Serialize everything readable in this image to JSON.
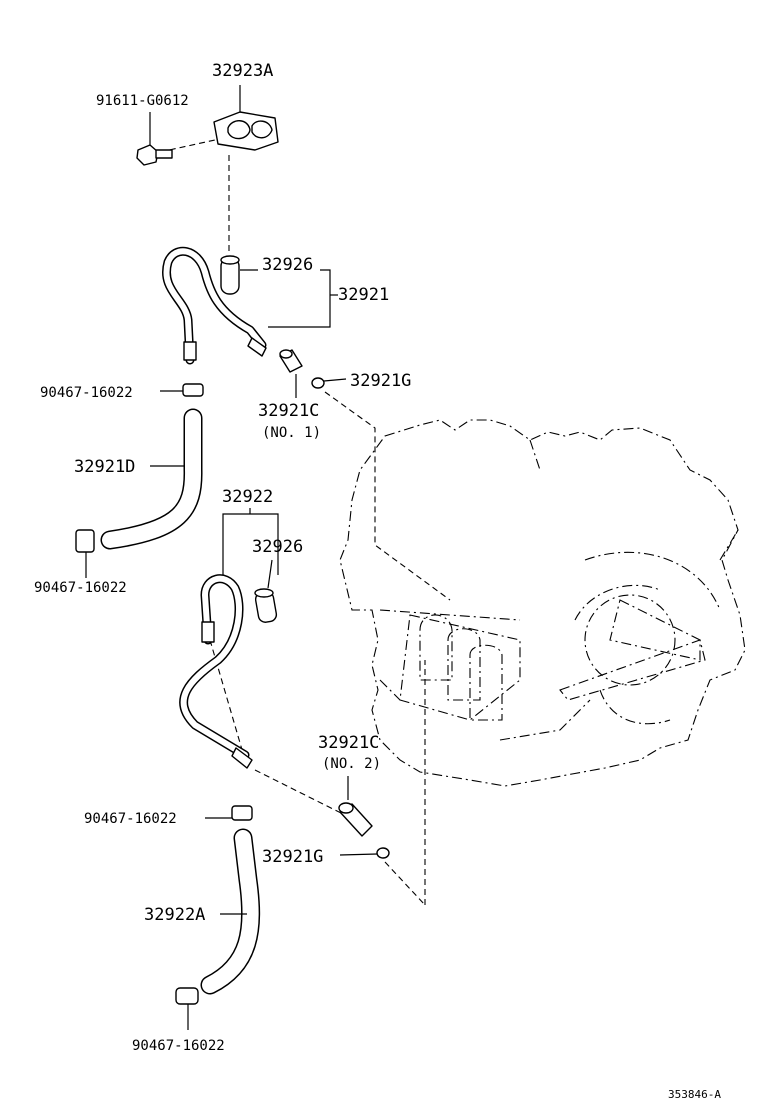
{
  "labels": {
    "bracket_32923a": "32923A",
    "bolt_91611": "91611-G0612",
    "grommet_32926_top": "32926",
    "assy_32921": "32921",
    "clip_90467_a": "90467-16022",
    "gasket_32921g_top": "32921G",
    "union_32921c_no1": "32921C",
    "no1": "(NO. 1)",
    "hose_32921d": "32921D",
    "clip_90467_b": "90467-16022",
    "assy_32922": "32922",
    "grommet_32926_mid": "32926",
    "union_32921c_no2": "32921C",
    "no2": "(NO. 2)",
    "clip_90467_c": "90467-16022",
    "gasket_32921g_bottom": "32921G",
    "hose_32922a": "32922A",
    "clip_90467_d": "90467-16022",
    "ref_code": "353846-A"
  }
}
